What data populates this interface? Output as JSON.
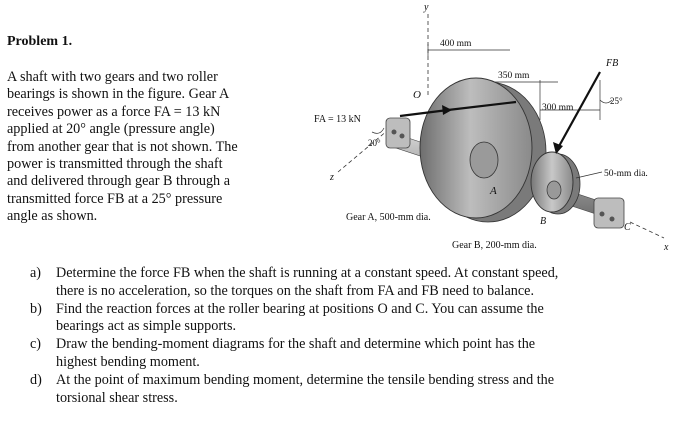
{
  "title": "Problem 1.",
  "intro_lines": [
    "A shaft with two gears and two roller",
    "bearings is shown in the figure. Gear A",
    "receives power as a force FA = 13 kN",
    "applied at 20° angle (pressure angle)",
    "from another gear that is not shown. The",
    "power is transmitted through the shaft",
    "and delivered through gear B through a",
    "transmitted force FB at a 25° pressure",
    "angle as shown."
  ],
  "figure": {
    "axis_y": "y",
    "axis_z": "z",
    "axis_x": "x",
    "dim_400": "400 mm",
    "dim_350": "350 mm",
    "dim_300": "300 mm",
    "point_O": "O",
    "point_A": "A",
    "point_B": "B",
    "point_C": "C",
    "force_A": "FA = 13 kN",
    "force_B": "FB",
    "angle_20": "20°",
    "angle_25": "25°",
    "shaft_dia": "50-mm dia.",
    "gear_A_label": "Gear A, 500-mm dia.",
    "gear_B_label": "Gear B, 200-mm dia."
  },
  "questions": [
    {
      "label": "a)",
      "lines": [
        "Determine the force FB when the shaft is running at a constant speed. At constant speed,",
        "there is no acceleration, so the torques on the shaft from FA and FB need to balance."
      ]
    },
    {
      "label": "b)",
      "lines": [
        "Find the reaction forces at the roller bearing at positions O and C. You can assume the",
        "bearings act as simple supports."
      ]
    },
    {
      "label": "c)",
      "lines": [
        "Draw the bending-moment diagrams for the shaft and determine which point has the",
        "highest bending moment."
      ]
    },
    {
      "label": "d)",
      "lines": [
        "At the point of maximum bending moment, determine the tensile bending stress and the",
        "torsional shear stress."
      ]
    }
  ]
}
